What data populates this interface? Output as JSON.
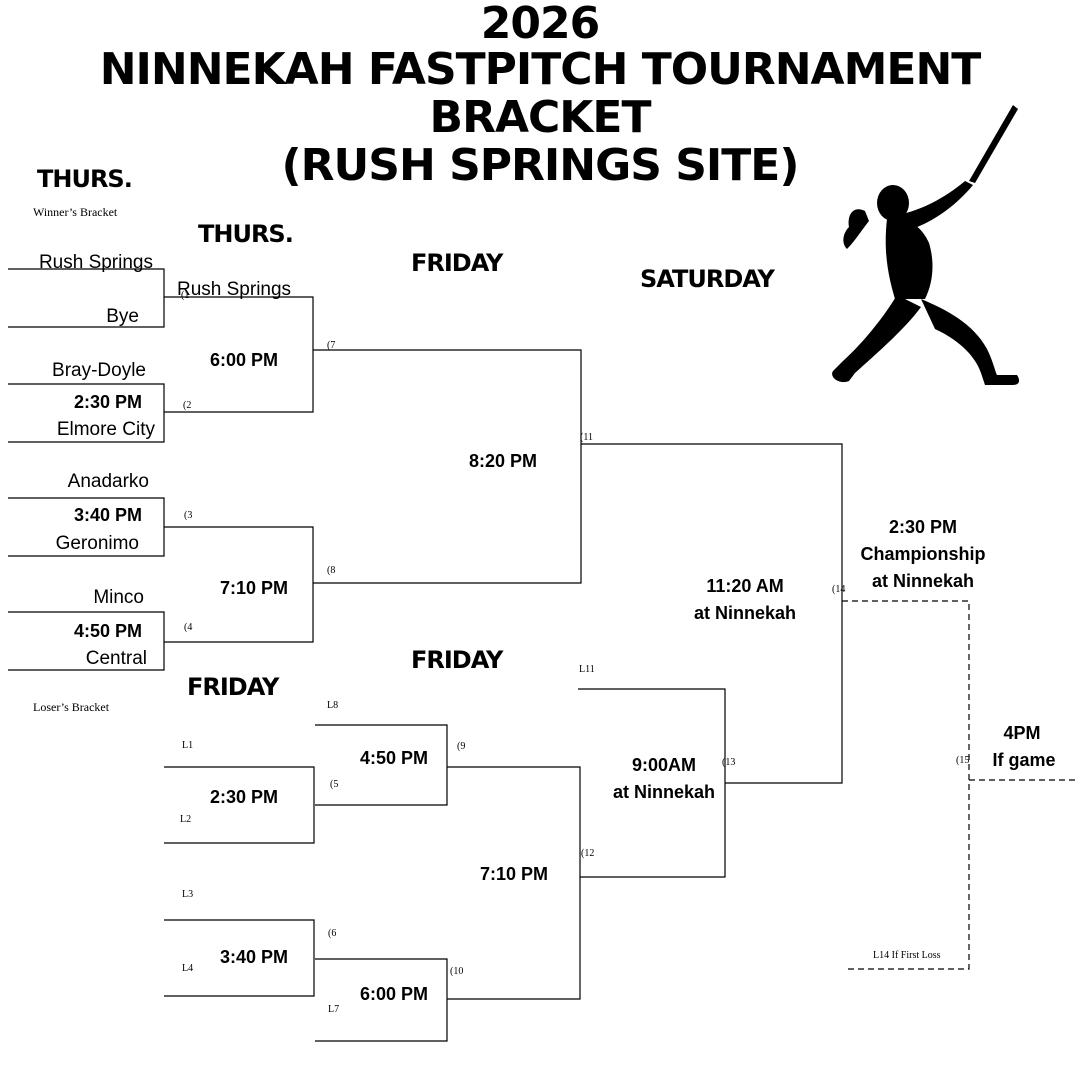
{
  "title": {
    "line1": "2026",
    "line2": "NINNEKAH FASTPITCH TOURNAMENT",
    "line3": "BRACKET",
    "line4": "(RUSH SPRINGS SITE)"
  },
  "days": {
    "thurs1": "THURS.",
    "thurs2": "THURS.",
    "friday_winners": "FRIDAY",
    "saturday": "SATURDAY",
    "friday_losers_left": "FRIDAY",
    "friday_losers_mid": "FRIDAY"
  },
  "brackets": {
    "winners": "Winner’s Bracket",
    "losers": "Loser’s Bracket"
  },
  "teams": {
    "rush_springs": "Rush Springs",
    "bye": "Bye",
    "bray_doyle": "Bray-Doyle",
    "elmore_city": "Elmore City",
    "anadarko": "Anadarko",
    "geronimo": "Geronimo",
    "minco": "Minco",
    "central": "Central",
    "rush_springs_adv": "Rush Springs"
  },
  "times": {
    "g2": "2:30 PM",
    "g3": "3:40 PM",
    "g4": "4:50 PM",
    "g7": "6:00 PM",
    "g8": "7:10 PM",
    "g11": "8:20 PM",
    "g5": "2:30 PM",
    "g6": "3:40 PM",
    "g9": "4:50 PM",
    "g10": "6:00 PM",
    "g12": "7:10 PM",
    "g13_time": "9:00AM",
    "g13_loc": "at Ninnekah",
    "g14_time": "11:20 AM",
    "g14_loc": "at Ninnekah",
    "champ_time": "2:30 PM",
    "champ_label": "Championship",
    "champ_loc": "at Ninnekah",
    "if_time": "4PM",
    "if_label": "If game"
  },
  "game_numbers": {
    "n1": "(1",
    "n2": "(2",
    "n3": "(3",
    "n4": "(4",
    "n5": "(5",
    "n6": "(6",
    "n7": "(7",
    "n8": "(8",
    "n9": "(9",
    "n10": "(10",
    "n11": "(11",
    "n12": "(12",
    "n13": "(13",
    "n14": "(14",
    "n15": "(15"
  },
  "loser_slots": {
    "l1": "L1",
    "l2": "L2",
    "l3": "L3",
    "l4": "L4",
    "l7": "L7",
    "l8": "L8",
    "l11": "L11",
    "l14": "L14 If First Loss"
  }
}
